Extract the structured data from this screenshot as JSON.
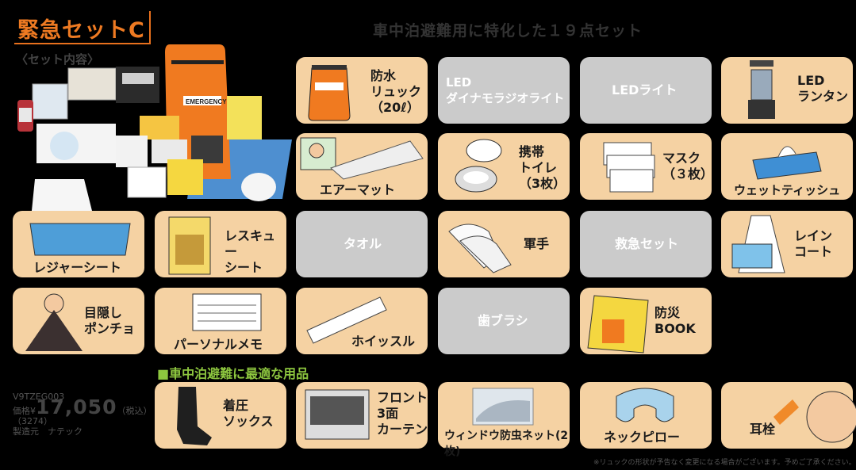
{
  "title": "緊急セットC",
  "subhead": "〈セット内容〉",
  "headline": "車中泊避難用に特化した１９点セット",
  "photo_caption": "EMERGENCY",
  "items": {
    "backpack": "防水\nリュック\n（20ℓ）",
    "dynamo": "LED\nダイナモラジオライト",
    "led_light": "LEDライト",
    "lantern": "LED\nランタン",
    "air_mat": "エアーマット",
    "toilet": "携帯\nトイレ\n（3枚）",
    "mask": "マスク\n（３枚）",
    "wet_tissue": "ウェットティッシュ",
    "leisure_sheet": "レジャーシート",
    "rescue_sheet": "レスキュー\nシート",
    "towel": "タオル",
    "gloves": "軍手",
    "first_aid": "救急セット",
    "raincoat": "レイン\nコート",
    "poncho": "目隠し\nポンチョ",
    "memo": "パーソナルメモ",
    "whistle": "ホイッスル",
    "toothbrush": "歯ブラシ",
    "bousai_book": "防災\nBOOK"
  },
  "green_head": "■車中泊避難に最適な用品",
  "extras": {
    "socks": "着圧\nソックス",
    "curtain": "フロント\n3面\nカーテン",
    "window_net": "ウィンドウ防虫ネット(2枚)",
    "neck_pillow": "ネックピロー",
    "ear_plug": "耳栓"
  },
  "product": {
    "code": "V9TZEG003",
    "price_label": "価格¥",
    "price": "17,050",
    "tax": "（税込）",
    "sub_code": "（3274）",
    "maker": "製造元　ナテック"
  },
  "note": "※リュックの形状が予告なく変更になる場合がございます。予めご了承ください。",
  "colors": {
    "accent": "#ee7a22",
    "card": "#f5d2a3",
    "gray_card": "#cbcbcb",
    "green": "#8dc63f"
  }
}
